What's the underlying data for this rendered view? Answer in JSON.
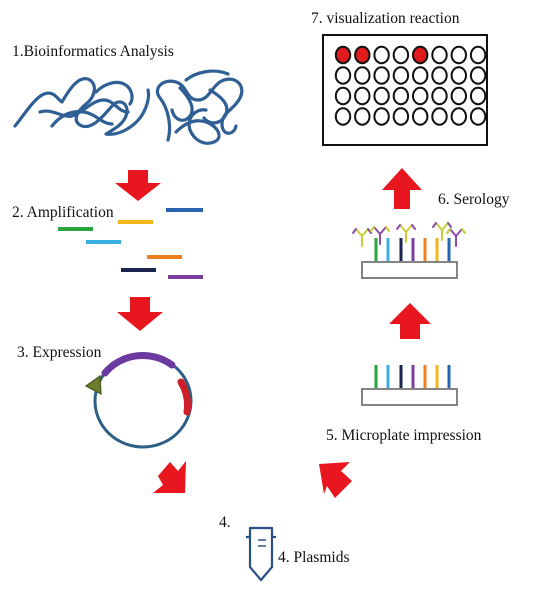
{
  "labels": {
    "bioinformatics": "1.Bioinformatics Analysis",
    "amplification": "2. Amplification",
    "expression": "3. Expression",
    "step4": "4.",
    "plasmids": "4. Plasmids",
    "microplate_impression": "5. Microplate impression",
    "serology": "6. Serology",
    "visualization": "7. visualization  reaction"
  },
  "microplate": {
    "rows": 4,
    "columns": 8,
    "positive_wells": [
      [
        0,
        0
      ],
      [
        0,
        1
      ],
      [
        0,
        4
      ]
    ]
  },
  "colors": {
    "arrow": "#e8161e",
    "protein_strand": "#2f5f95",
    "plasmid_ring": "#2d5f86",
    "plasmid_insert": "#6a3aa0",
    "plasmid_marker": "#cc1f2a",
    "promoter": "#6e7d2c",
    "well_positive": "#e01b1b",
    "tube": "#2a4f86",
    "fragments": [
      "#f2b51c",
      "#2864b0",
      "#2aa43c",
      "#39aee0",
      "#f07f1f",
      "#1b2350",
      "#7b3fa2"
    ],
    "antibody": [
      "#c6cf3a",
      "#8f4aa8"
    ]
  }
}
